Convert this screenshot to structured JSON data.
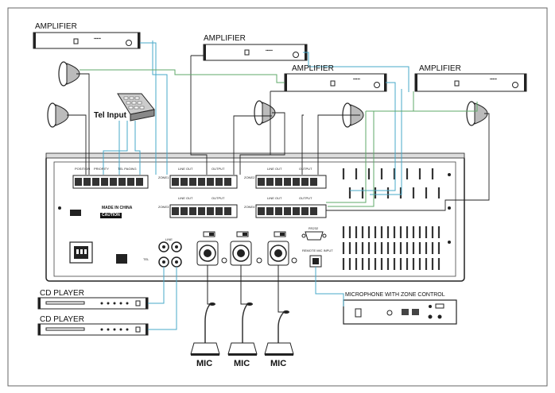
{
  "devices": {
    "amplifier_label": "AMPLIFIER",
    "cd_player_label": "CD PLAYER",
    "tel_input_label": "Tel Input",
    "mic_label": "MIC",
    "mic_zone_label": "MICROPHONE WITH ZONE CONTROL"
  },
  "panel": {
    "position_label": "POSITION",
    "priority_label": "PRIORITY",
    "tel_paging_label": "TEL PAGING",
    "zone1": "ZONE1",
    "zone2": "ZONE2",
    "zone3": "ZONE3",
    "zone4": "ZONE4",
    "line_out": "LINE OUT",
    "output": "OUTPUT",
    "made_in": "MADE IN CHINA",
    "caution": "CAUTION",
    "rs232": "RS232",
    "remote_mic_input": "REMOTE MIC INPUT",
    "line": "LINE",
    "tel": "TEL"
  },
  "colors": {
    "signal_wire": "#47a9c9",
    "green_wire": "#5fa86a",
    "outline": "#222222"
  }
}
